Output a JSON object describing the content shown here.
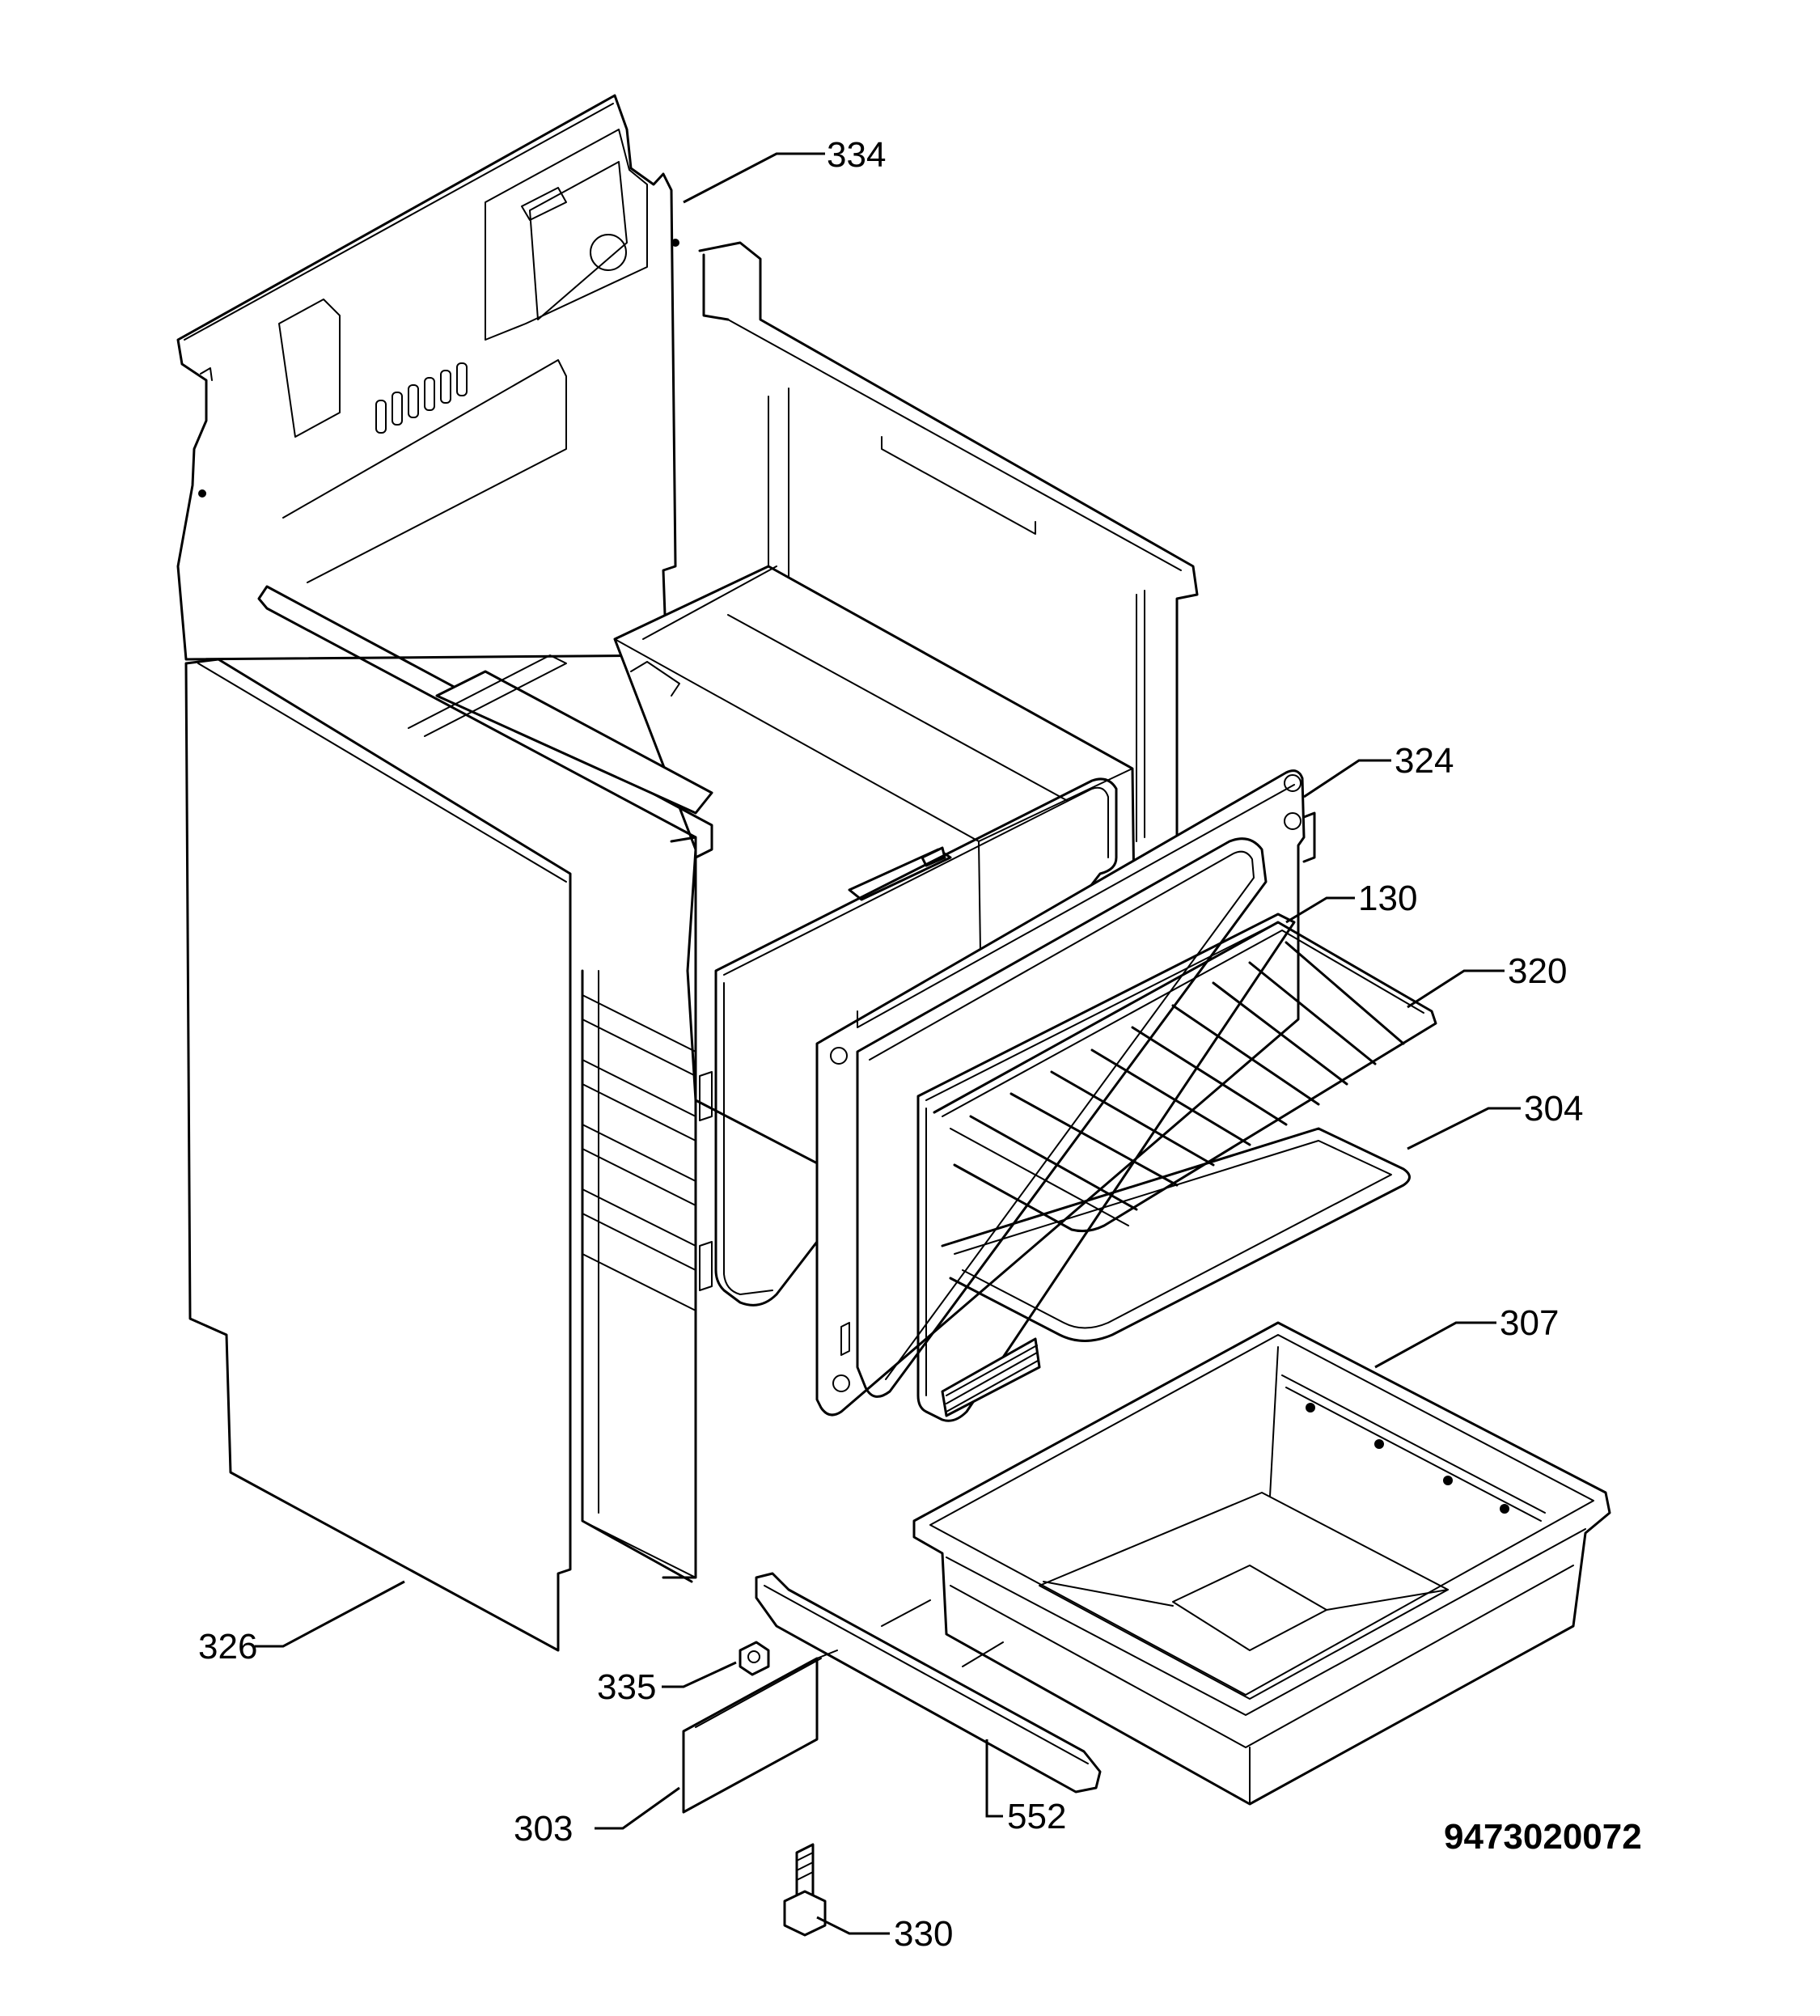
{
  "diagram": {
    "document_code": "9473020072",
    "callouts": [
      {
        "id": "c334",
        "text": "334"
      },
      {
        "id": "c324",
        "text": "324"
      },
      {
        "id": "c130",
        "text": "130"
      },
      {
        "id": "c320",
        "text": "320"
      },
      {
        "id": "c304",
        "text": "304"
      },
      {
        "id": "c307",
        "text": "307"
      },
      {
        "id": "c326",
        "text": "326"
      },
      {
        "id": "c335",
        "text": "335"
      },
      {
        "id": "c303",
        "text": "303"
      },
      {
        "id": "c552",
        "text": "552"
      },
      {
        "id": "c330",
        "text": "330"
      }
    ]
  }
}
